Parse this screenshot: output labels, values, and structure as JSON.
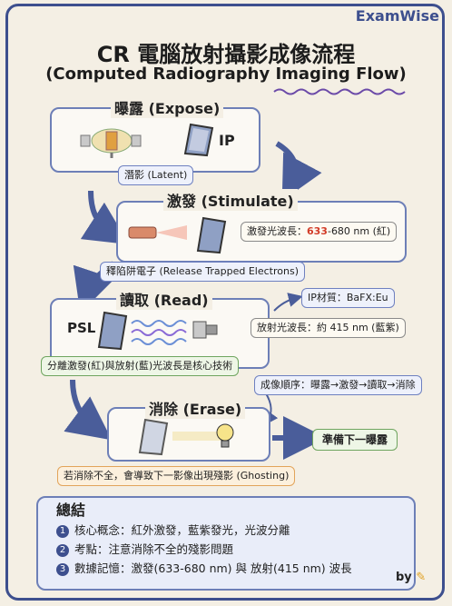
{
  "brand": "ExamWise",
  "title_zh": "CR 電腦放射攝影成像流程",
  "title_en": "(Computed Radiography Imaging Flow)",
  "expose": {
    "title": "曝露 (Expose)",
    "ip_label": "IP",
    "latent_label": "潛影 (Latent)"
  },
  "stimulate": {
    "title": "激發 (Stimulate)",
    "wavelength_prefix": "激發光波長：",
    "wavelength_red": "633",
    "wavelength_suffix": "-680 nm (紅)",
    "release_label": "釋陷阱電子 (Release Trapped Electrons)"
  },
  "read": {
    "title": "讀取 (Read)",
    "psl_label": "PSL",
    "ip_material": "IP材質：BaFX:Eu",
    "emission": "放射光波長：約 415 nm (藍紫)",
    "separation": "分離激發(紅)與放射(藍)光波長是核心技術",
    "sequence": "成像順序：曝露→激發→讀取→消除"
  },
  "erase": {
    "title": "消除 (Erase)",
    "next": "準備下一曝露",
    "warning": "若消除不全，會導致下一影像出現殘影 (Ghosting)"
  },
  "summary": {
    "title": "總結",
    "items": [
      {
        "num": "1",
        "text": "核心概念：紅外激發，藍紫發光，光波分離"
      },
      {
        "num": "2",
        "text": "考點：注意消除不全的殘影問題"
      },
      {
        "num": "3",
        "text": "數據記憶：激發(633-680 nm) 與 放射(415 nm) 波長"
      }
    ]
  },
  "byline": "by",
  "colors": {
    "frame": "#3d4f8e",
    "accent_red": "#d23c28",
    "arrow": "#4a5d9a"
  }
}
